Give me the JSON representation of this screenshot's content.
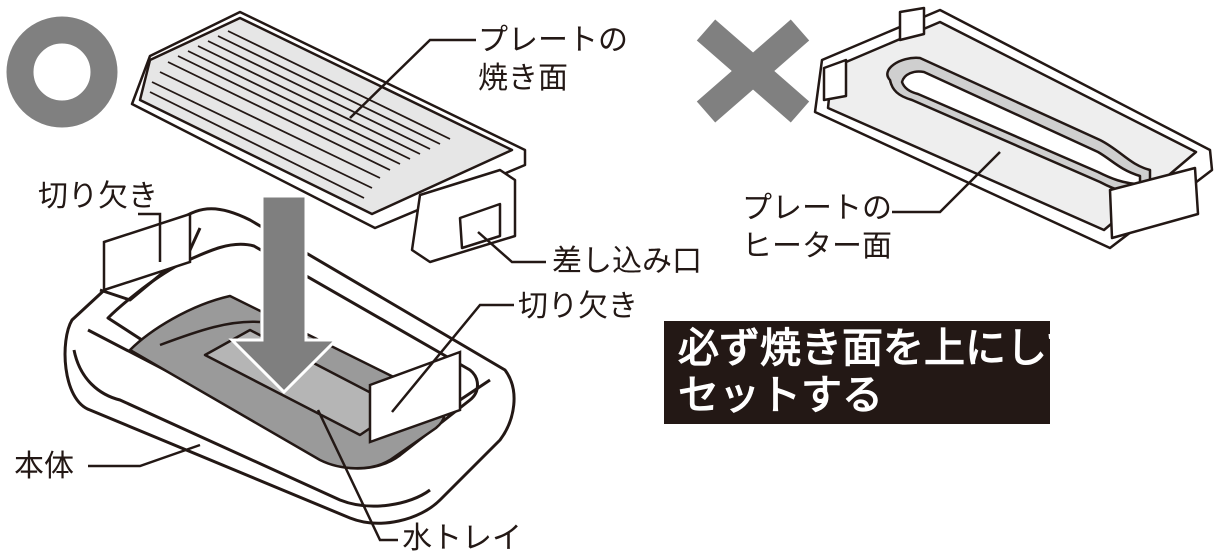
{
  "labels": {
    "plate_grill_surface": [
      "プレートの",
      "焼き面"
    ],
    "plate_heater_surface": [
      "プレートの",
      "ヒーター面"
    ],
    "notch_left": "切り欠き",
    "notch_right": "切り欠き",
    "insertion_port": "差し込み口",
    "main_body": "本体",
    "water_tray": "水トレイ"
  },
  "notice": {
    "line1": "必ず焼き面を上にして",
    "line2": "セットする"
  },
  "symbols": {
    "correct": "circle-correct-icon",
    "incorrect": "cross-incorrect-icon"
  },
  "colors": {
    "line": "#231815",
    "symbol_gray": "#808080",
    "tray_gray": "#9a9a9a",
    "notice_bg": "#231815",
    "notice_text": "#ffffff"
  }
}
